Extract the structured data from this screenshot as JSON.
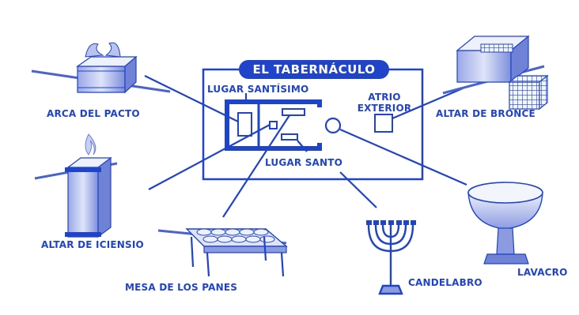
{
  "title": "EL TABERNÁCULO",
  "zones": {
    "holy_of_holies": "LUGAR SANTÍSIMO",
    "holy_place": "LUGAR SANTO",
    "outer_court": [
      "ATRIO",
      "EXTERIOR"
    ]
  },
  "items": {
    "ark": "ARCA DEL PACTO",
    "incense_altar": "ALTAR DE ICIENSIO",
    "showbread_table": "MESA DE LOS PANES",
    "menorah": "CANDELABRO",
    "laver": "LAVACRO",
    "bronze_altar": "ALTAR DE BRONCE"
  },
  "colors": {
    "accent": "#1f44c9",
    "background": "#ffffff"
  }
}
